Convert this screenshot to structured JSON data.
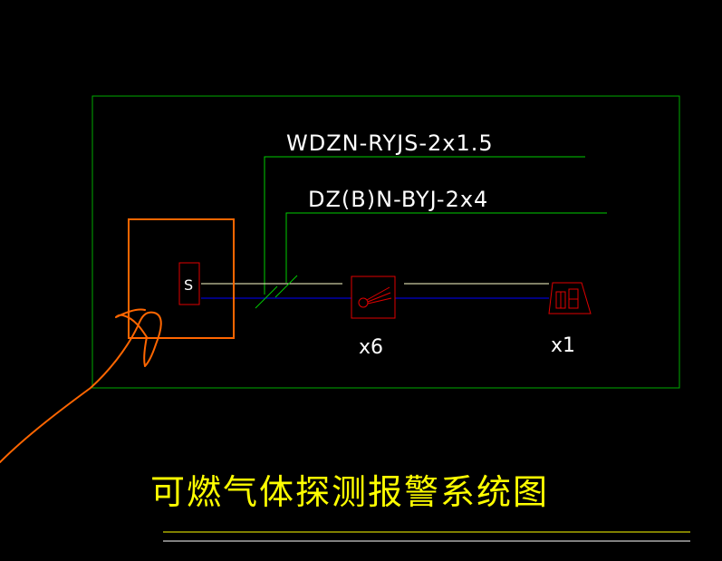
{
  "diagram": {
    "title": "可燃气体探测报警系统图",
    "cables": [
      {
        "label": "WDZN-RYJS-2x1.5",
        "color": "#00cc00"
      },
      {
        "label": "DZ(B)N-BYJ-2x4",
        "color": "#00cc00"
      }
    ],
    "devices": [
      {
        "name": "switch-box",
        "symbol": "S",
        "color": "#e00000"
      },
      {
        "name": "gas-detector",
        "quantity": "x6",
        "color": "#e00000"
      },
      {
        "name": "alarm-device",
        "quantity": "x1",
        "color": "#e00000"
      }
    ],
    "colors": {
      "background": "#000000",
      "frame": "#00aa00",
      "signal_line": "#ffffcc",
      "power_line": "#0000ff",
      "title": "#ffff00",
      "annotation": "#ff6600"
    }
  }
}
